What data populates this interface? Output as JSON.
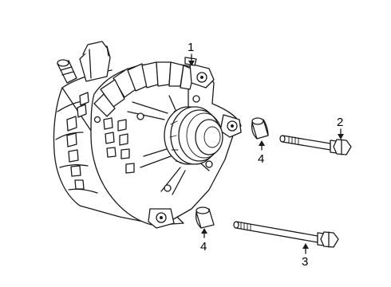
{
  "callouts": [
    {
      "id": "alternator",
      "number": "1"
    },
    {
      "id": "bolt-short",
      "number": "2"
    },
    {
      "id": "bolt-long",
      "number": "3"
    },
    {
      "id": "spacer-upper",
      "number": "4"
    },
    {
      "id": "spacer-lower",
      "number": "4"
    }
  ],
  "colors": {
    "line": "#1a1a1a",
    "background": "#ffffff"
  }
}
